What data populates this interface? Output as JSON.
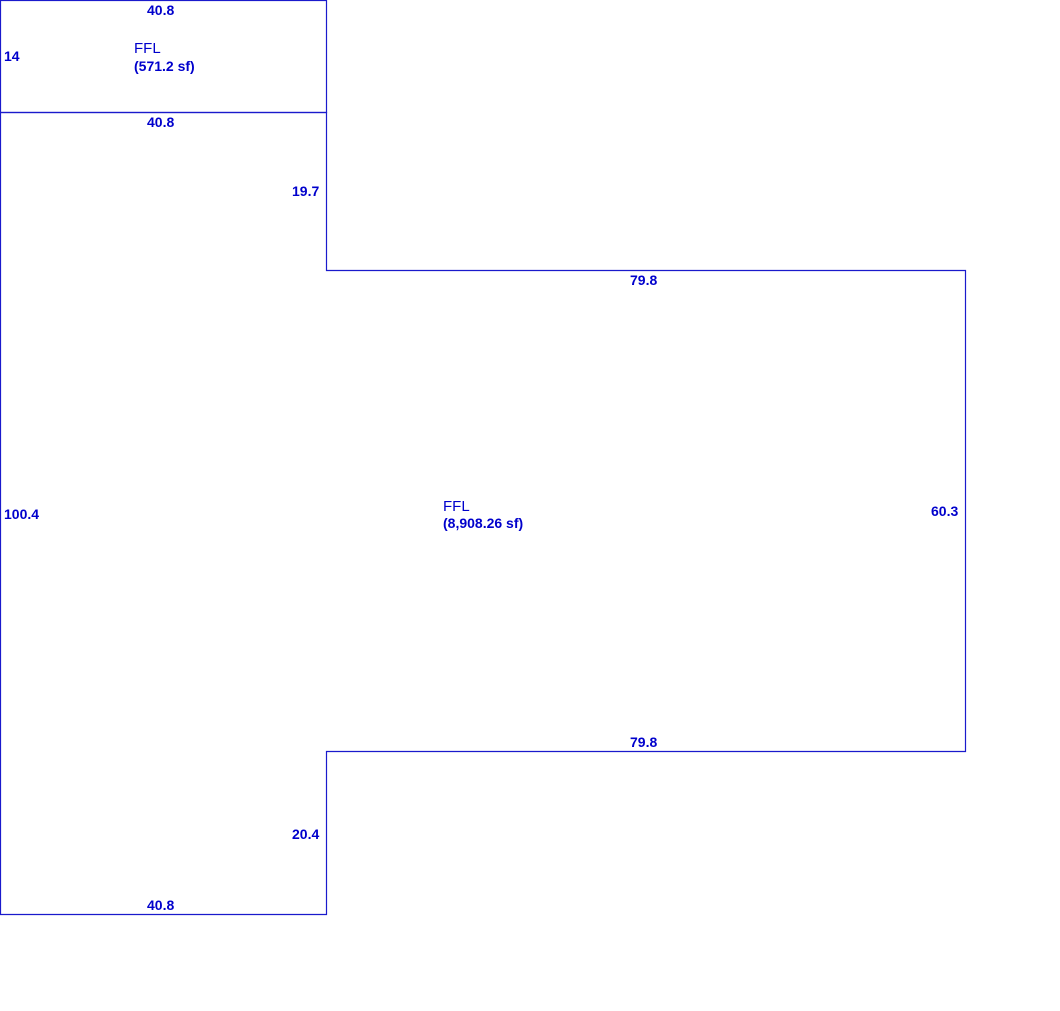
{
  "colors": {
    "line": "#1a1acc",
    "text": "#0000cc",
    "background": "#ffffff"
  },
  "areas": [
    {
      "label": "FFL",
      "size": "(571.2 sf)"
    },
    {
      "label": "FFL",
      "size": "(8,908.26 sf)"
    }
  ],
  "dimensions": {
    "upper_top": "40.8",
    "upper_left": "14",
    "upper_bottom": "40.8",
    "main_left": "100.4",
    "main_top_right_step": "19.7",
    "main_top_wing": "79.8",
    "main_right": "60.3",
    "main_bottom_wing": "79.8",
    "main_bottom_right_step": "20.4",
    "main_bottom": "40.8"
  }
}
